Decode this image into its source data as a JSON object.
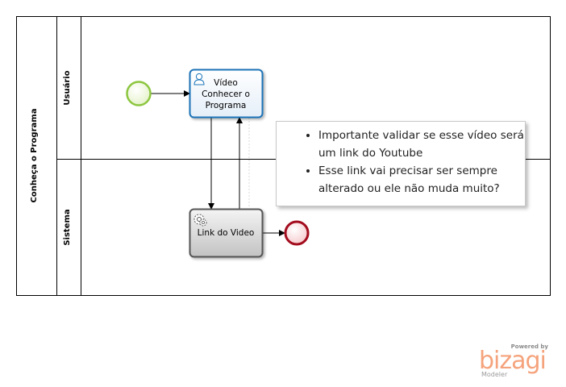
{
  "pool": {
    "name": "Conheça o Programa"
  },
  "lanes": [
    {
      "name": "Usuário"
    },
    {
      "name": "Sistema"
    }
  ],
  "tasks": {
    "user_task": {
      "lines": [
        "Vídeo",
        "Conhecer o",
        "Programa"
      ],
      "icon": "user-icon",
      "border_color": "#1a73b8"
    },
    "service_task": {
      "label": "Link do Video",
      "icon": "gear-icon"
    }
  },
  "events": {
    "start_color": "#8cc63f",
    "end_color": "#a30d1e"
  },
  "annotation": {
    "items": [
      "Importante validar se esse vídeo será um link do Youtube",
      "Esse link vai precisar ser sempre alterado ou ele não muda muito?"
    ]
  },
  "branding": {
    "powered": "Powered by",
    "brand": "bizagi",
    "product": "Modeler",
    "color": "#f5a37c"
  }
}
